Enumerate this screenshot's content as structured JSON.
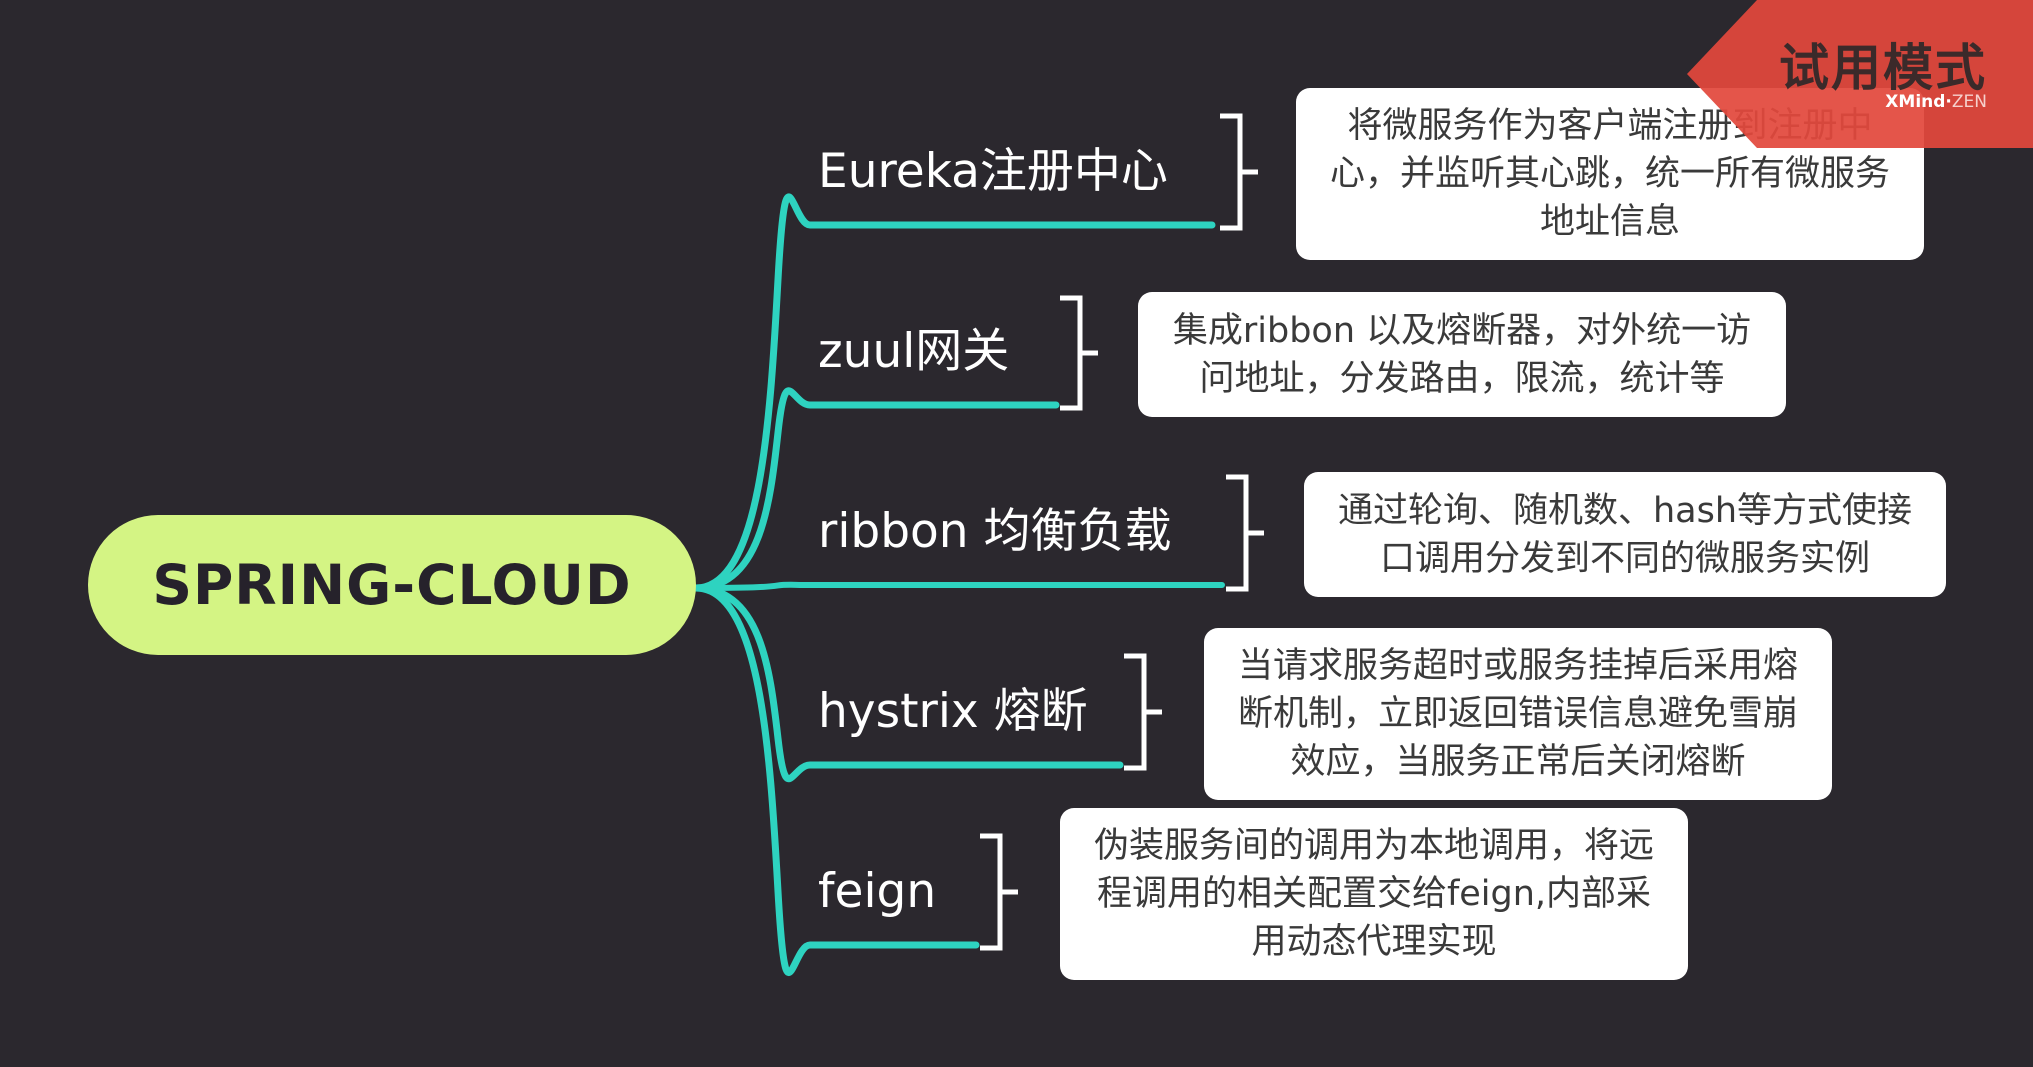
{
  "root": {
    "label": "SPRING-CLOUD"
  },
  "branches": [
    {
      "label": "Eureka注册中心",
      "note": [
        "将微服务作为客户端注册到注册中",
        "心，并监听其心跳，统一所有微服务",
        "地址信息"
      ]
    },
    {
      "label": "zuul网关",
      "note": [
        "集成ribbon 以及熔断器，对外统一访",
        "问地址，分发路由，限流，统计等"
      ]
    },
    {
      "label": "ribbon 均衡负载",
      "note": [
        "通过轮询、随机数、hash等方式使接",
        "口调用分发到不同的微服务实例"
      ]
    },
    {
      "label": "hystrix 熔断",
      "note": [
        "当请求服务超时或服务挂掉后采用熔",
        "断机制，立即返回错误信息避免雪崩",
        "效应，当服务正常后关闭熔断"
      ]
    },
    {
      "label": "feign",
      "note": [
        "伪装服务间的调用为本地调用，将远",
        "程调用的相关配置交给feign,内部采",
        "用动态代理实现"
      ]
    }
  ],
  "watermark": {
    "title": "试用模式",
    "brand": "XMind",
    "edition": "ZEN"
  },
  "colors": {
    "background": "#2b282e",
    "root": "#d4f484",
    "connector": "#2ed3c0",
    "bracket": "#ffffff",
    "badge": "#e2483c"
  }
}
